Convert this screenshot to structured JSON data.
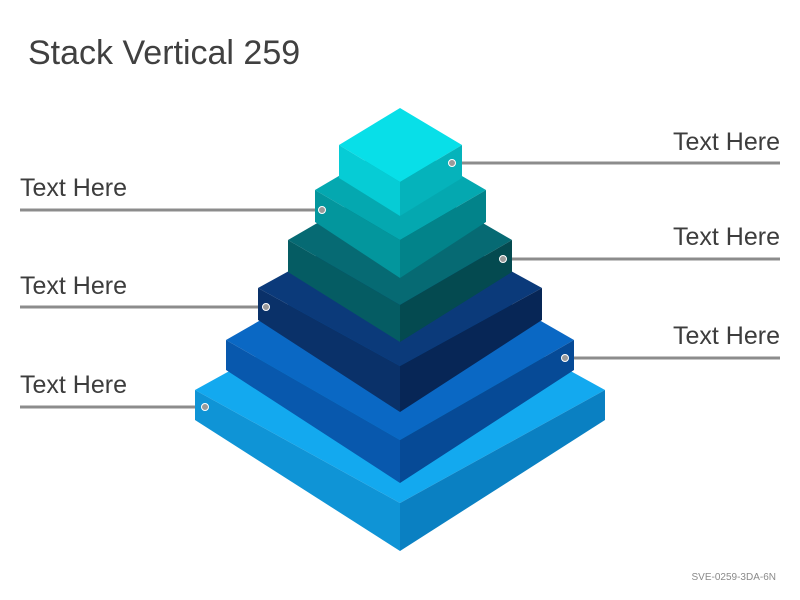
{
  "title": "Stack Vertical 259",
  "footer_code": "SVE-0259-3DA-6N",
  "labels": {
    "right_top": "Text Here",
    "left_upper": "Text Here",
    "right_middle": "Text Here",
    "left_middle": "Text Here",
    "right_lower": "Text Here",
    "left_bottom": "Text Here"
  },
  "colors": {
    "layer_1_bottom": "#13a9ef",
    "layer_2": "#0a68c4",
    "layer_3": "#0b3a7a",
    "layer_4": "#066a73",
    "layer_5": "#04a8b0",
    "layer_6_top": "#08dfe8",
    "connector": "#8c8c8c"
  }
}
